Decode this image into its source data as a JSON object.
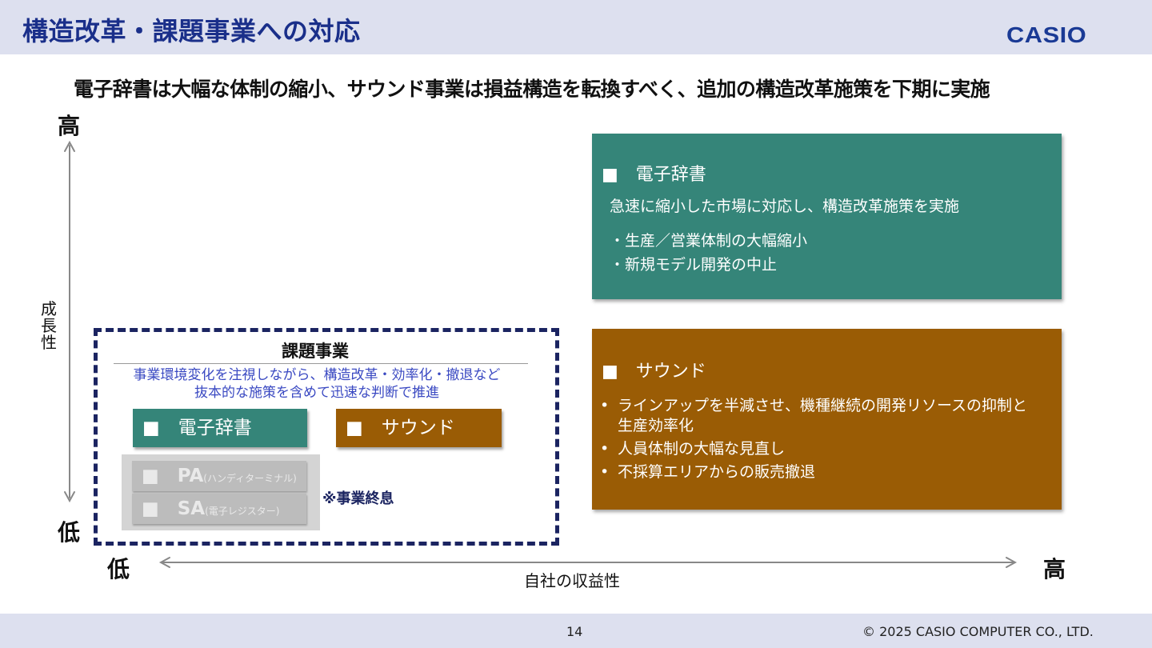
{
  "header": {
    "title": "構造改革・課題事業への対応",
    "logo_text": "CASIO"
  },
  "subtitle": "電子辞書は大幅な体制の縮小、サウンド事業は損益構造を転換すべく、追加の構造改革施策を下期に実施",
  "axes": {
    "y_high": "高",
    "y_low": "低",
    "y_label": "成長性",
    "x_low": "低",
    "x_high": "高",
    "x_label": "自社の収益性"
  },
  "panels": {
    "dict": {
      "heading": "■　電子辞書",
      "description": "急速に縮小した市場に対応し、構造改革施策を実施",
      "bullets": [
        "・生産／営業体制の大幅縮小",
        "・新規モデル開発の中止"
      ],
      "color": "#358579"
    },
    "sound": {
      "heading": "■　サウンド",
      "bullets": [
        "ラインアップを半減させ、機種継続の開発リソースの抑制と\n生産効率化",
        "人員体制の大幅な見直し",
        "不採算エリアからの販売撤退"
      ],
      "color": "#9a5c05"
    }
  },
  "issue_box": {
    "title": "課題事業",
    "description": "事業環境変化を注視しながら、構造改革・効率化・撤退など\n抜本的な施策を含めて迅速な判断で推進",
    "chips": {
      "dict": "■　電子辞書",
      "sound": "■　サウンド"
    },
    "closed": [
      {
        "marker": "■　",
        "name": "PA",
        "note": "(ハンディターミナル)"
      },
      {
        "marker": "■　",
        "name": "SA",
        "note": "(電子レジスター)"
      }
    ],
    "closed_note": "※事業終息"
  },
  "footer": {
    "page_number": "14",
    "copyright": "© 2025 CASIO COMPUTER CO., LTD."
  },
  "colors": {
    "title_blue": "#1a2f8a",
    "header_band": "#dde0ef",
    "dashed_border": "#1b2461",
    "issue_desc_blue": "#3a49c2"
  }
}
